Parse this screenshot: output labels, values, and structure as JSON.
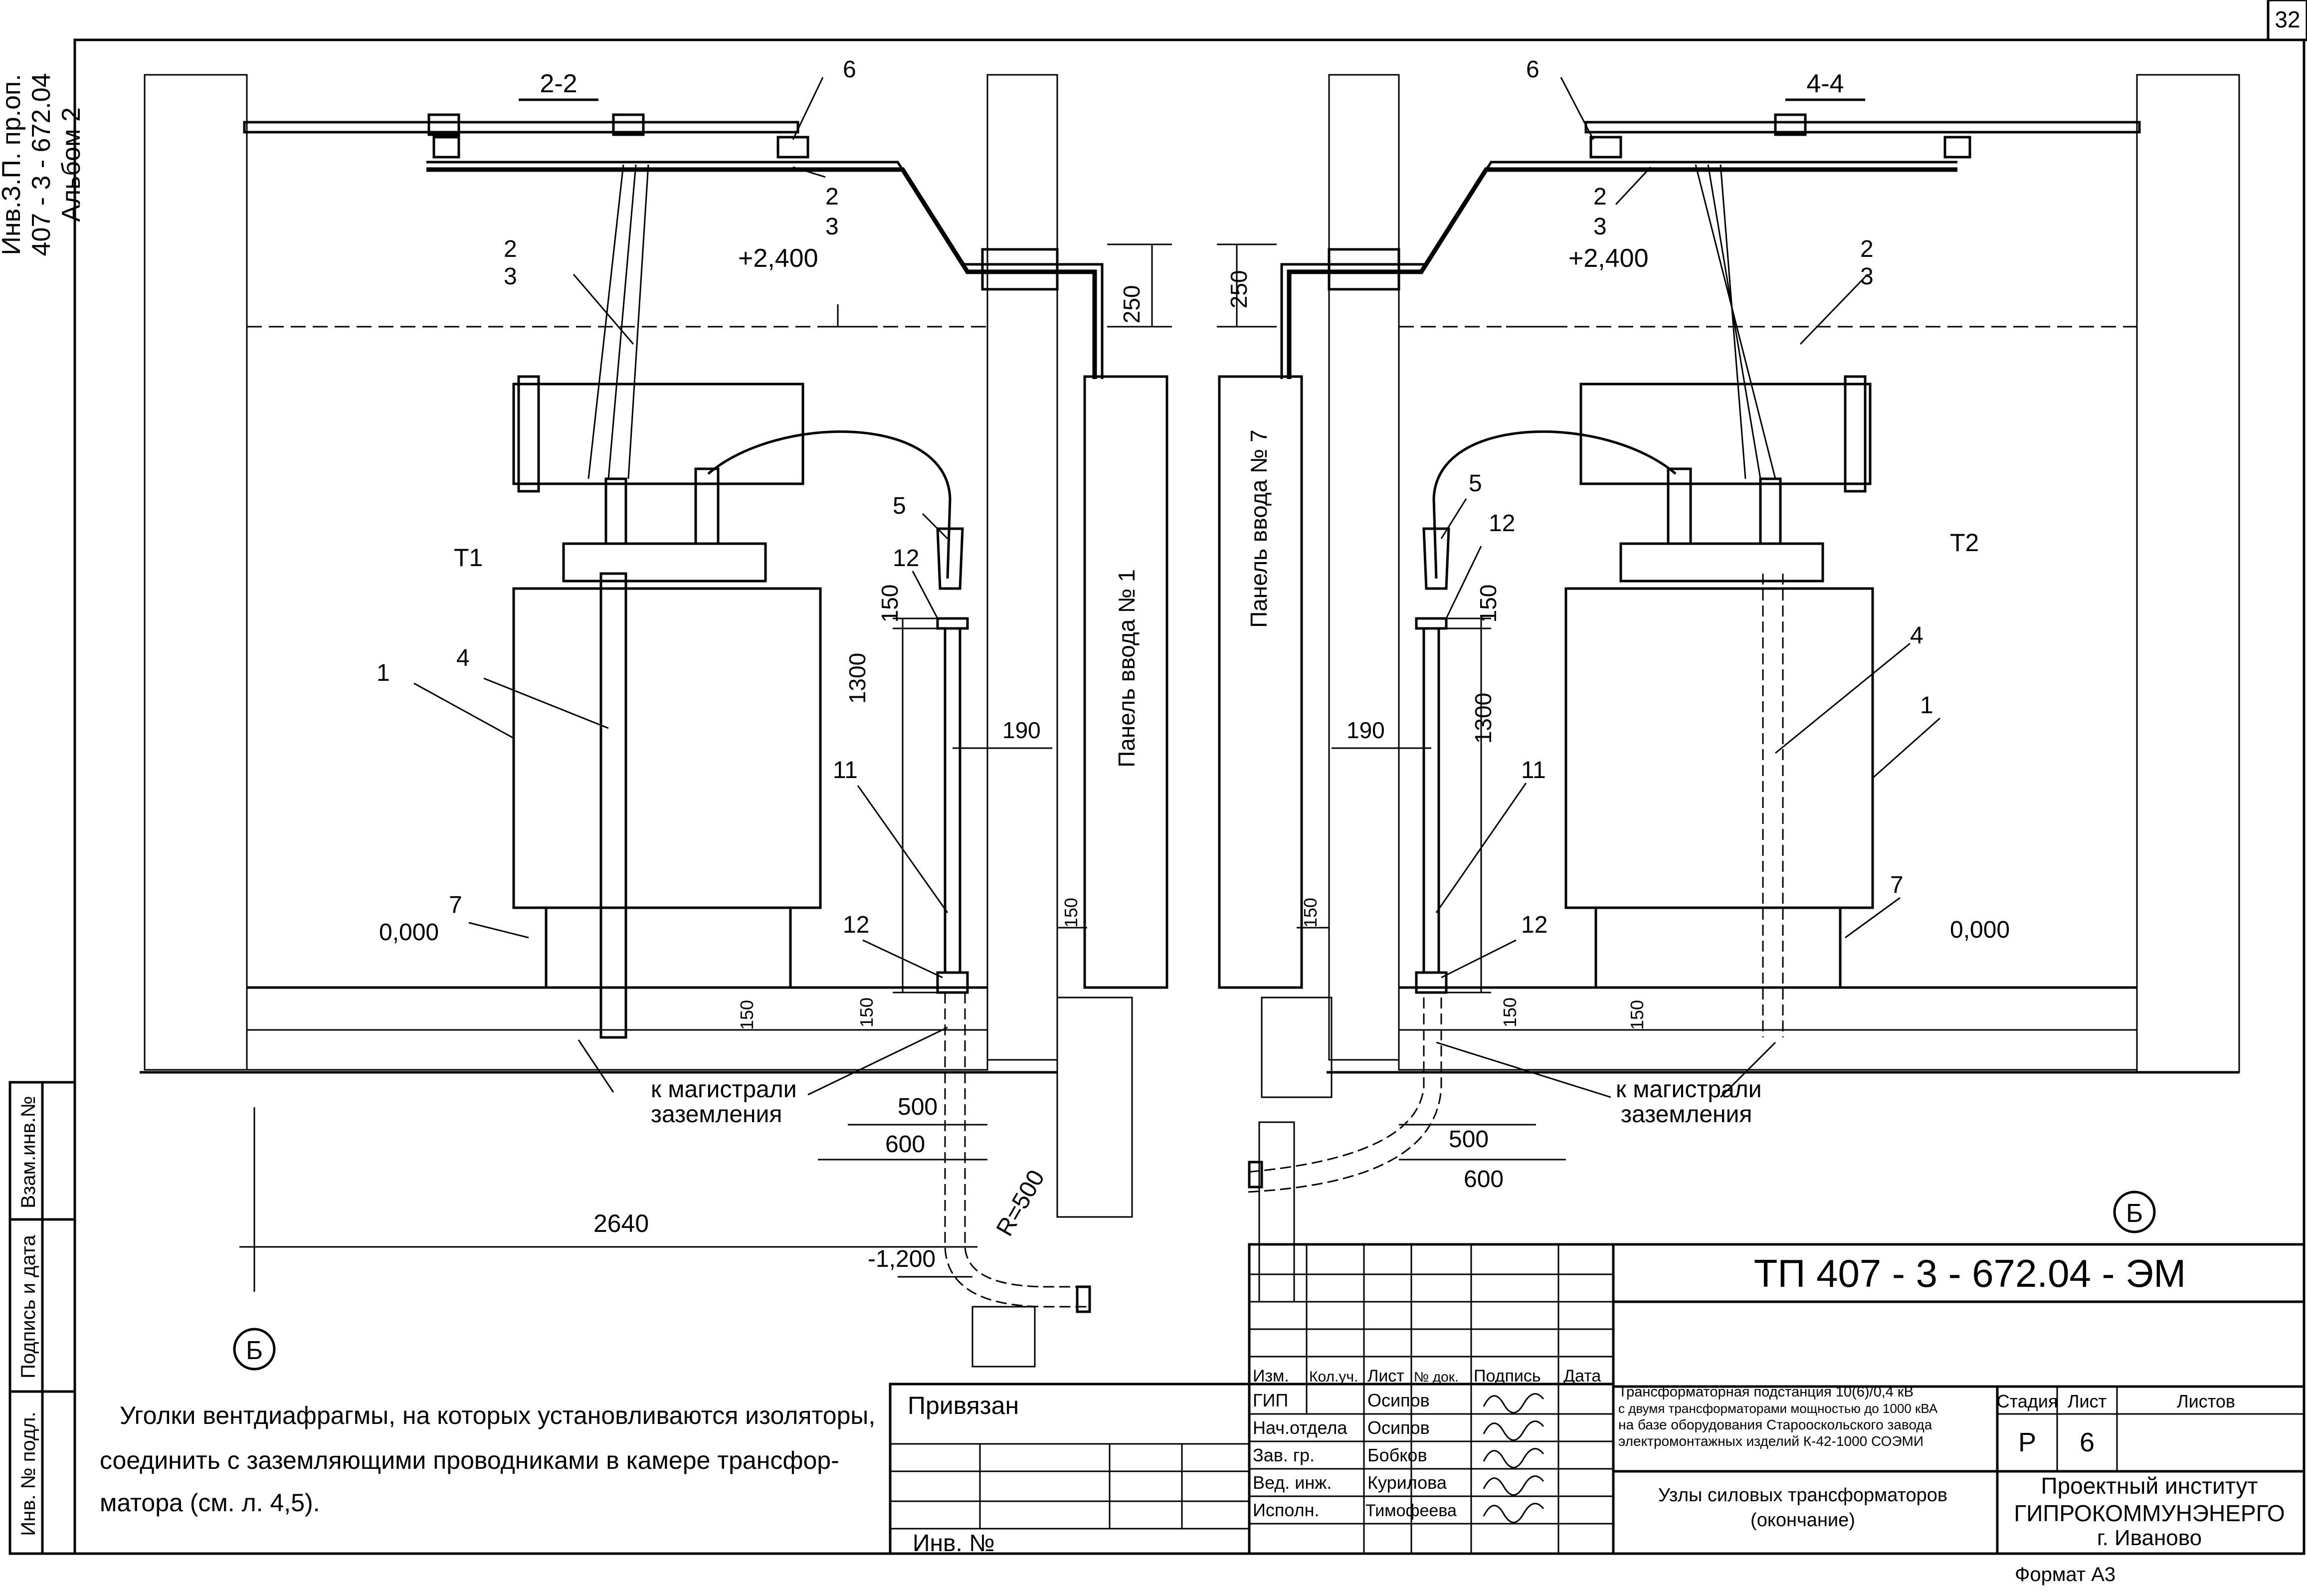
{
  "sheet": {
    "page_number": "32",
    "format_label": "Формат А3",
    "corner_stamp_lines": [
      "Инв.З.П. пр.оп.",
      "407 - 3 - 672.04",
      "Альбом 2"
    ]
  },
  "left_column": {
    "inv_podl": "Инв. № подл.",
    "signature_date": "Подпись и дата",
    "vzam_inv": "Взам.инв.№"
  },
  "drawing_left": {
    "section": "2-2",
    "transformer": "Т1",
    "panel": "Панель ввода № 1",
    "elev_top": "+2,400",
    "elev_zero": "0,000",
    "elev_bottom": "-1,200",
    "dim_250": "250",
    "dim_150_top": "150",
    "dim_1300": "1300",
    "dim_190": "190",
    "dim_150_wall": "150",
    "dim_150_floor_a": "150",
    "dim_150_floor_b": "150",
    "dim_500": "500",
    "dim_600": "600",
    "dim_2640": "2640",
    "radius": "R=500",
    "grounding_1": "к магистрали",
    "grounding_2": "заземления",
    "axis": "Б",
    "pos": {
      "p1": "1",
      "p2": "2",
      "p3": "3",
      "p2b": "2",
      "p3b": "3",
      "p4": "4",
      "p5": "5",
      "p6": "6",
      "p7": "7",
      "p11": "11",
      "p12a": "12",
      "p12b": "12"
    }
  },
  "drawing_right": {
    "section": "4-4",
    "transformer": "Т2",
    "panel": "Панель ввода № 7",
    "elev_top": "+2,400",
    "elev_zero": "0,000",
    "dim_250": "250",
    "dim_150_top": "150",
    "dim_1300": "1300",
    "dim_190": "190",
    "dim_150_wall": "150",
    "dim_150_floor_a": "150",
    "dim_150_floor_b": "150",
    "dim_500": "500",
    "dim_600": "600",
    "grounding_1": "к магистрали",
    "grounding_2": "заземления",
    "axis": "Б",
    "pos": {
      "p1": "1",
      "p2": "2",
      "p3": "3",
      "p2b": "2",
      "p3b": "3",
      "p4": "4",
      "p5": "5",
      "p6": "6",
      "p7": "7",
      "p11": "11",
      "p12a": "12",
      "p12b": "12"
    }
  },
  "note": {
    "line1": "Уголки вентдиафрагмы, на которых установливаются изоляторы,",
    "line2": "соединить с заземляющими проводниками в камере трансфор-",
    "line3": "матора (см. л. 4,5)."
  },
  "bind_block": {
    "privyazan": "Привязан",
    "inv": "Инв. №"
  },
  "title_block": {
    "code": "ТП  407 - 3 - 672.04 - ЭМ",
    "headers": [
      "Изм.",
      "Кол.уч.",
      "Лист",
      "№ док.",
      "Подпись",
      "Дата"
    ],
    "roles": [
      {
        "role": "ГИП",
        "name": "Осипов"
      },
      {
        "role": "Нач.отдела",
        "name": "Осипов"
      },
      {
        "role": "Зав. гр.",
        "name": "Бобков"
      },
      {
        "role": "Вед. инж.",
        "name": "Курилова"
      },
      {
        "role": "Исполн.",
        "name": "Тимофеева"
      }
    ],
    "project_lines": [
      "Трансформаторная подстанция 10(6)/0,4 кВ",
      "с двумя трансформаторами мощностью до 1000 кВА",
      "на базе оборудования Старооскольского завода",
      "электромонтажных изделий К-42-1000 СОЭМИ"
    ],
    "stage_label": "Стадия",
    "sheet_label": "Лист",
    "sheets_label": "Листов",
    "stage": "Р",
    "sheet": "6",
    "sheets": "",
    "drawing_title_1": "Узлы силовых трансформаторов",
    "drawing_title_2": "(окончание)",
    "org_1": "Проектный институт",
    "org_2": "ГИПРОКОММУНЭНЕРГО",
    "org_3": "г. Иваново"
  }
}
